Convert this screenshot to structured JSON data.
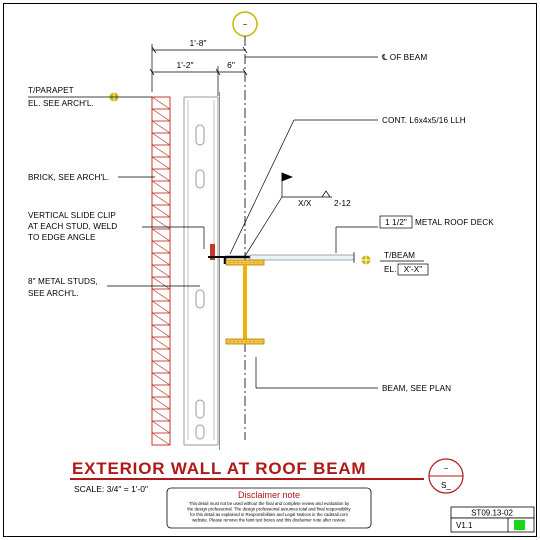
{
  "drawing": {
    "grid_bubble": "−",
    "dimensions": {
      "overall": "1'-8\"",
      "stud_zone": "1'-2\"",
      "offset": "6\""
    },
    "labels": {
      "centerline": "℄ OF BEAM",
      "angle": "CONT. L6x4x5/16 LLH",
      "parapet_1": "T/PARAPET",
      "parapet_2": "EL. SEE ARCH'L.",
      "brick": "BRICK, SEE ARCH'L.",
      "clip_1": "VERTICAL SLIDE CLIP",
      "clip_2": "AT EACH STUD, WELD",
      "clip_3": "TO EDGE ANGLE",
      "weld_ref": "X/X",
      "weld_size": "2-12",
      "deck_size": "1 1/2\"",
      "deck": "METAL ROOF DECK",
      "tbeam_1": "T/BEAM",
      "tbeam_el": "EL.",
      "tbeam_value": "X'-X\"",
      "studs_1": "8\" METAL STUDS,",
      "studs_2": "SEE ARCH'L.",
      "beam": "BEAM, SEE PLAN"
    }
  },
  "title_block": {
    "title": "EXTERIOR WALL AT ROOF BEAM",
    "scale": "SCALE: 3/4\" = 1'-0\"",
    "section_top": "−",
    "section_bottom": "S_",
    "sheet_no": "ST09.13-02",
    "version": "V1.1",
    "status_color": "#19d619"
  },
  "disclaimer": {
    "title": "Disclaimer note",
    "lines": [
      "This detail must not be used without the final and complete review and evaluation by",
      "the design professional. The design professional assumes total and final responsibility",
      "for this detail as explained in Responsibilities and Legal Notices in the cadetail.com",
      "website. Please remove the faint text boxes and this disclaimer note after review."
    ]
  },
  "colors": {
    "brick": "#c0392b",
    "beam": "#e8a400",
    "title": "#b01818",
    "bubble": "#c8b400"
  }
}
